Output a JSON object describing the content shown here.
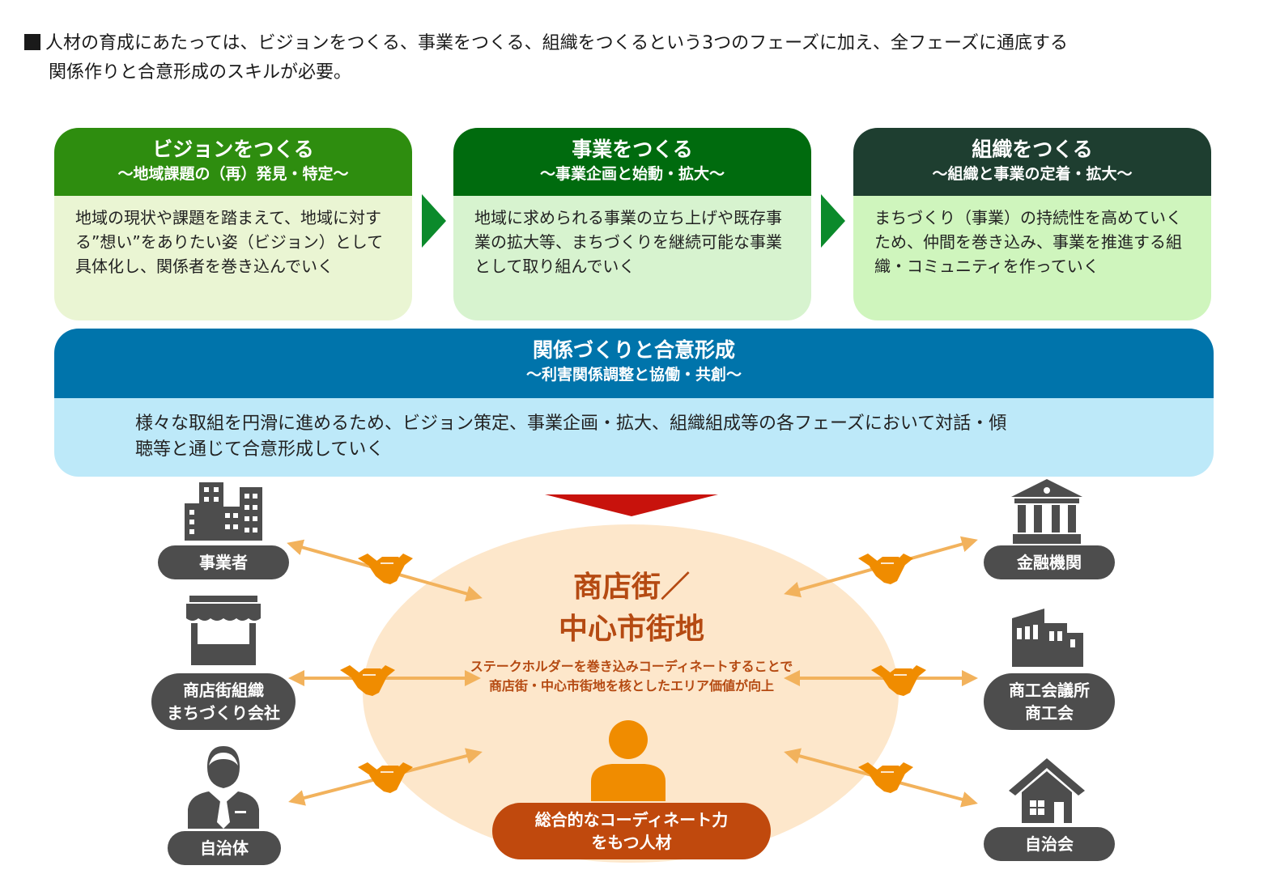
{
  "intro": {
    "line1": "人材の育成にあたっては、ビジョンをつくる、事業をつくる、組織をつくるという3つのフェーズに加え、全フェーズに通底する",
    "line2": "関係作りと合意形成のスキルが必要。"
  },
  "phases": [
    {
      "title": "ビジョンをつくる",
      "subtitle": "～地域課題の（再）発見・特定～",
      "body": "地域の現状や課題を踏まえて、地域に対する”想い”をありたい姿（ビジョン）として具体化し、関係者を巻き込んでいく"
    },
    {
      "title": "事業をつくる",
      "subtitle": "～事業企画と始動・拡大～",
      "body": "地域に求められる事業の立ち上げや既存事業の拡大等、まちづくりを継続可能な事業として取り組んでいく"
    },
    {
      "title": "組織をつくる",
      "subtitle": "～組織と事業の定着・拡大～",
      "body": "まちづくり（事業）の持続性を高めていくため、仲間を巻き込み、事業を推進する組織・コミュニティを作っていく"
    }
  ],
  "relationship": {
    "title": "関係づくりと合意形成",
    "subtitle": "～利害関係調整と協働・共創～",
    "body_line1": "様々な取組を円滑に進めるため、ビジョン策定、事業企画・拡大、組織組成等の各フェーズにおいて対話・傾",
    "body_line2": "聴等と通じて合意形成していく"
  },
  "hub": {
    "title_line1": "商店街／",
    "title_line2": "中心市街地",
    "desc_line1": "ステークホルダーを巻き込みコーディネートすることで",
    "desc_line2": "商店街・中心市街地を核としたエリア価値が向上",
    "coordinator_line1": "総合的なコーディネート力",
    "coordinator_line2": "をもつ人材"
  },
  "stakeholders": {
    "left": [
      {
        "label": "事業者",
        "icon": "office-buildings-icon"
      },
      {
        "label_line1": "商店街組織",
        "label_line2": "まちづくり会社",
        "icon": "storefront-icon"
      },
      {
        "label": "自治体",
        "icon": "official-person-icon"
      }
    ],
    "right": [
      {
        "label": "金融機関",
        "icon": "bank-icon"
      },
      {
        "label_line1": "商工会議所",
        "label_line2": "商工会",
        "icon": "factory-icon"
      },
      {
        "label": "自治会",
        "icon": "house-icon"
      }
    ]
  },
  "colors": {
    "phase1_header": "#2e8d0f",
    "phase2_header": "#006b0e",
    "phase3_header": "#1e3e30",
    "relationship_header": "#0074ab",
    "relationship_body": "#bde9f9",
    "hub_fill": "#fde7cb",
    "hub_text": "#b54a12",
    "coordinator": "#c0490d",
    "connector": "#f2b25c",
    "handshake": "#f08c00",
    "pill": "#4d4d4d",
    "down_arrow": "#c8120c"
  }
}
